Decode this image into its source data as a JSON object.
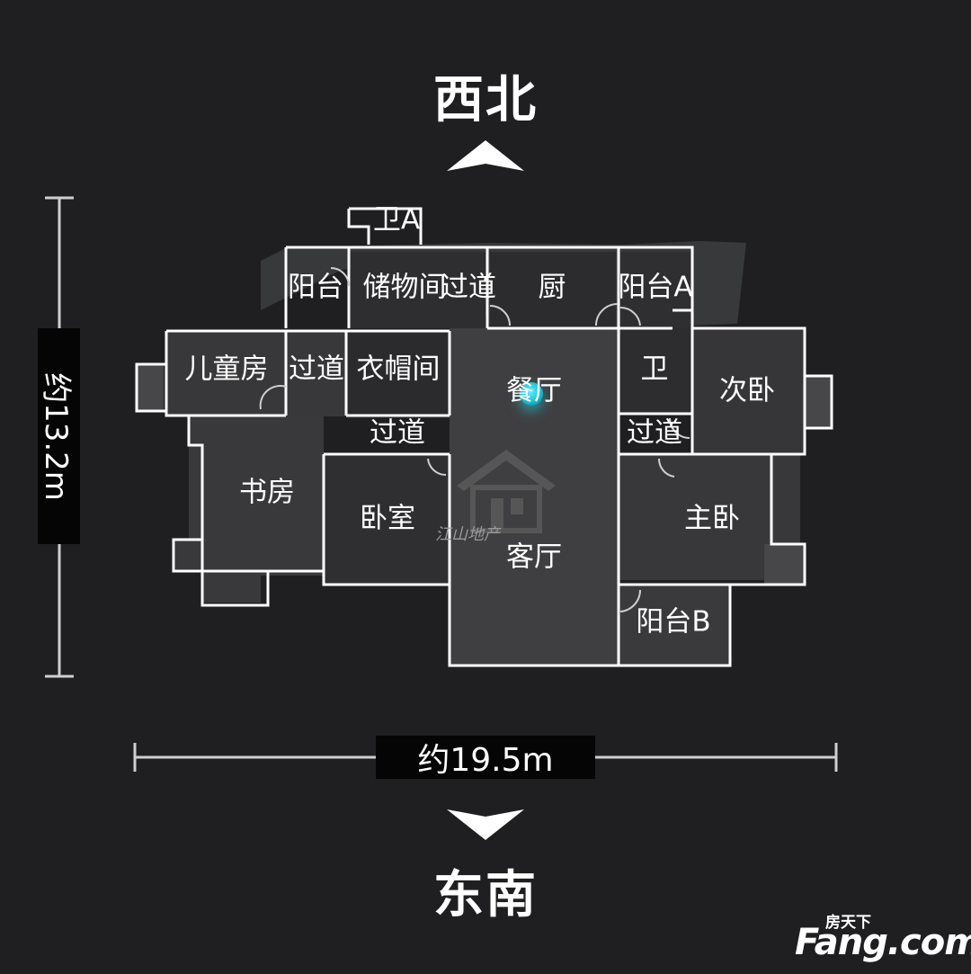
{
  "orientation": {
    "north": "西北",
    "south": "东南"
  },
  "dimensions": {
    "width": "约19.5m",
    "height": "约13.2m"
  },
  "rooms": {
    "bath_a": "卫A",
    "balcony": "阳台",
    "storage": "储物间",
    "corridor_top": "过道",
    "kitchen": "厨",
    "balcony_a": "阳台A",
    "kids_room": "儿童房",
    "corridor_left": "过道",
    "cloakroom": "衣帽间",
    "dining": "餐厅",
    "bath": "卫",
    "second_bedroom": "次卧",
    "corridor_mid": "过道",
    "corridor_right": "过道",
    "study": "书房",
    "bedroom": "卧室",
    "master_bedroom": "主卧",
    "living": "客厅",
    "balcony_b": "阳台B"
  },
  "watermark": "江山地产",
  "brand": {
    "cn": "房天下",
    "en": "Fang.com"
  },
  "colors": {
    "background": "#1f1f21",
    "wall": "#ffffff",
    "camera": "#18b8cc"
  },
  "icons": [
    "chevron-up-icon",
    "chevron-down-icon",
    "camera-position-icon",
    "house-watermark-icon"
  ]
}
